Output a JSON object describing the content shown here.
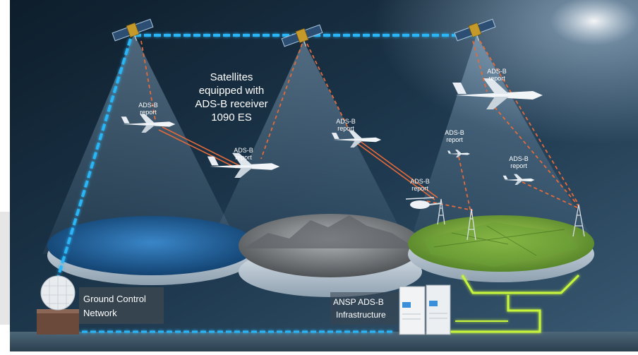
{
  "diagram": {
    "main_caption": [
      "Satellites",
      "equipped with",
      "ADS-B receiver",
      "1090 ES"
    ],
    "report_label": [
      "ADS-B",
      "report"
    ],
    "ground_label": [
      "Ground Control",
      "Network"
    ],
    "ansp_label": [
      "ANSP ADS-B",
      "Infrastructure"
    ]
  },
  "colors": {
    "sky_dark": "#0f2233",
    "sky_light": "#4b6b84",
    "link_blue": "#29b6f6",
    "link_green": "#c6f53a",
    "report_orange": "#e46a3a",
    "water": "#1d5f9e",
    "terrain": "#8c8f92",
    "fields": "#7fb33c"
  },
  "icons": [
    "satellite-icon",
    "airplane-icon",
    "helicopter-icon",
    "radar-tower-icon",
    "radome-icon",
    "server-icon"
  ]
}
